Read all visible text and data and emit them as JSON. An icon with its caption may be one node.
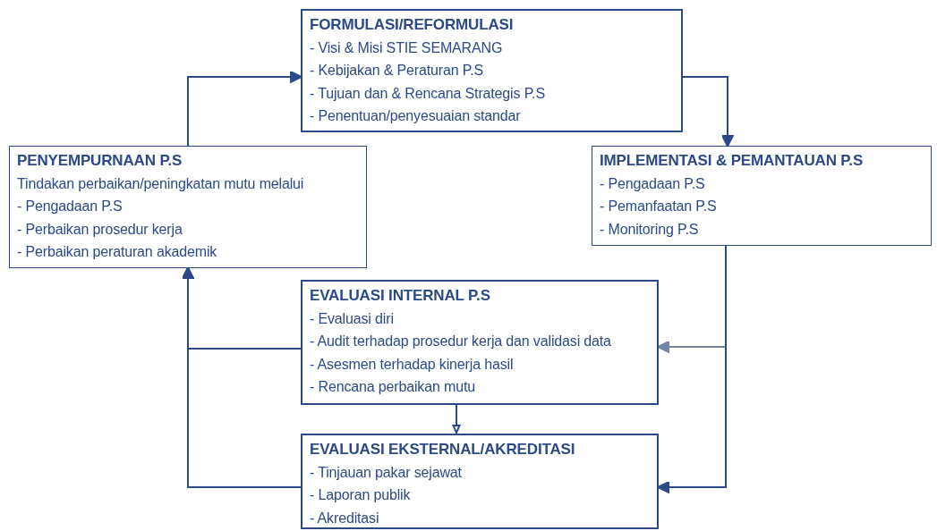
{
  "diagram": {
    "nodes": [
      {
        "text": [
          "FORMULASI/REFORMULASI",
          "- Visi & Misi STIE SEMARANG",
          "- Kebijakan & Peraturan P.S",
          "- Tujuan dan & Rencana Strategis P.S",
          "- Penentuan/penyesuaian standar"
        ]
      },
      {
        "text": [
          "IMPLEMENTASI & PEMANTAUAN P.S",
          "- Pengadaan P.S",
          "- Pemanfaatan P.S",
          "- Monitoring P.S"
        ]
      },
      {
        "text": [
          "PENYEMPURNAAN P.S",
          "Tindakan perbaikan/peningkatan mutu melalui",
          "- Pengadaan P.S",
          "- Perbaikan prosedur kerja",
          "- Perbaikan peraturan akademik"
        ]
      },
      {
        "text": [
          "EVALUASI INTERNAL P.S",
          "- Evaluasi diri",
          "- Audit terhadap prosedur kerja dan validasi data",
          "- Asesmen terhadap kinerja hasil",
          "- Rencana perbaikan mutu"
        ]
      },
      {
        "text": [
          "EVALUASI EKSTERNAL/AKREDITASI",
          "- Tinjauan pakar sejawat",
          "- Laporan publik",
          "- Akreditasi"
        ]
      }
    ],
    "edges": [
      {
        "from": 0,
        "to": 1,
        "arrow": "to"
      },
      {
        "from": 1,
        "to": 3,
        "arrow": "to",
        "color": "#7384a8"
      },
      {
        "from": 1,
        "to": 4,
        "arrow": "to"
      },
      {
        "from": 3,
        "to": 4,
        "arrow": "to"
      },
      {
        "from": 3,
        "to": 2,
        "arrow": "to"
      },
      {
        "from": 4,
        "to": 2,
        "arrow": "to"
      },
      {
        "from": 2,
        "to": 0,
        "arrow": "to"
      }
    ]
  }
}
